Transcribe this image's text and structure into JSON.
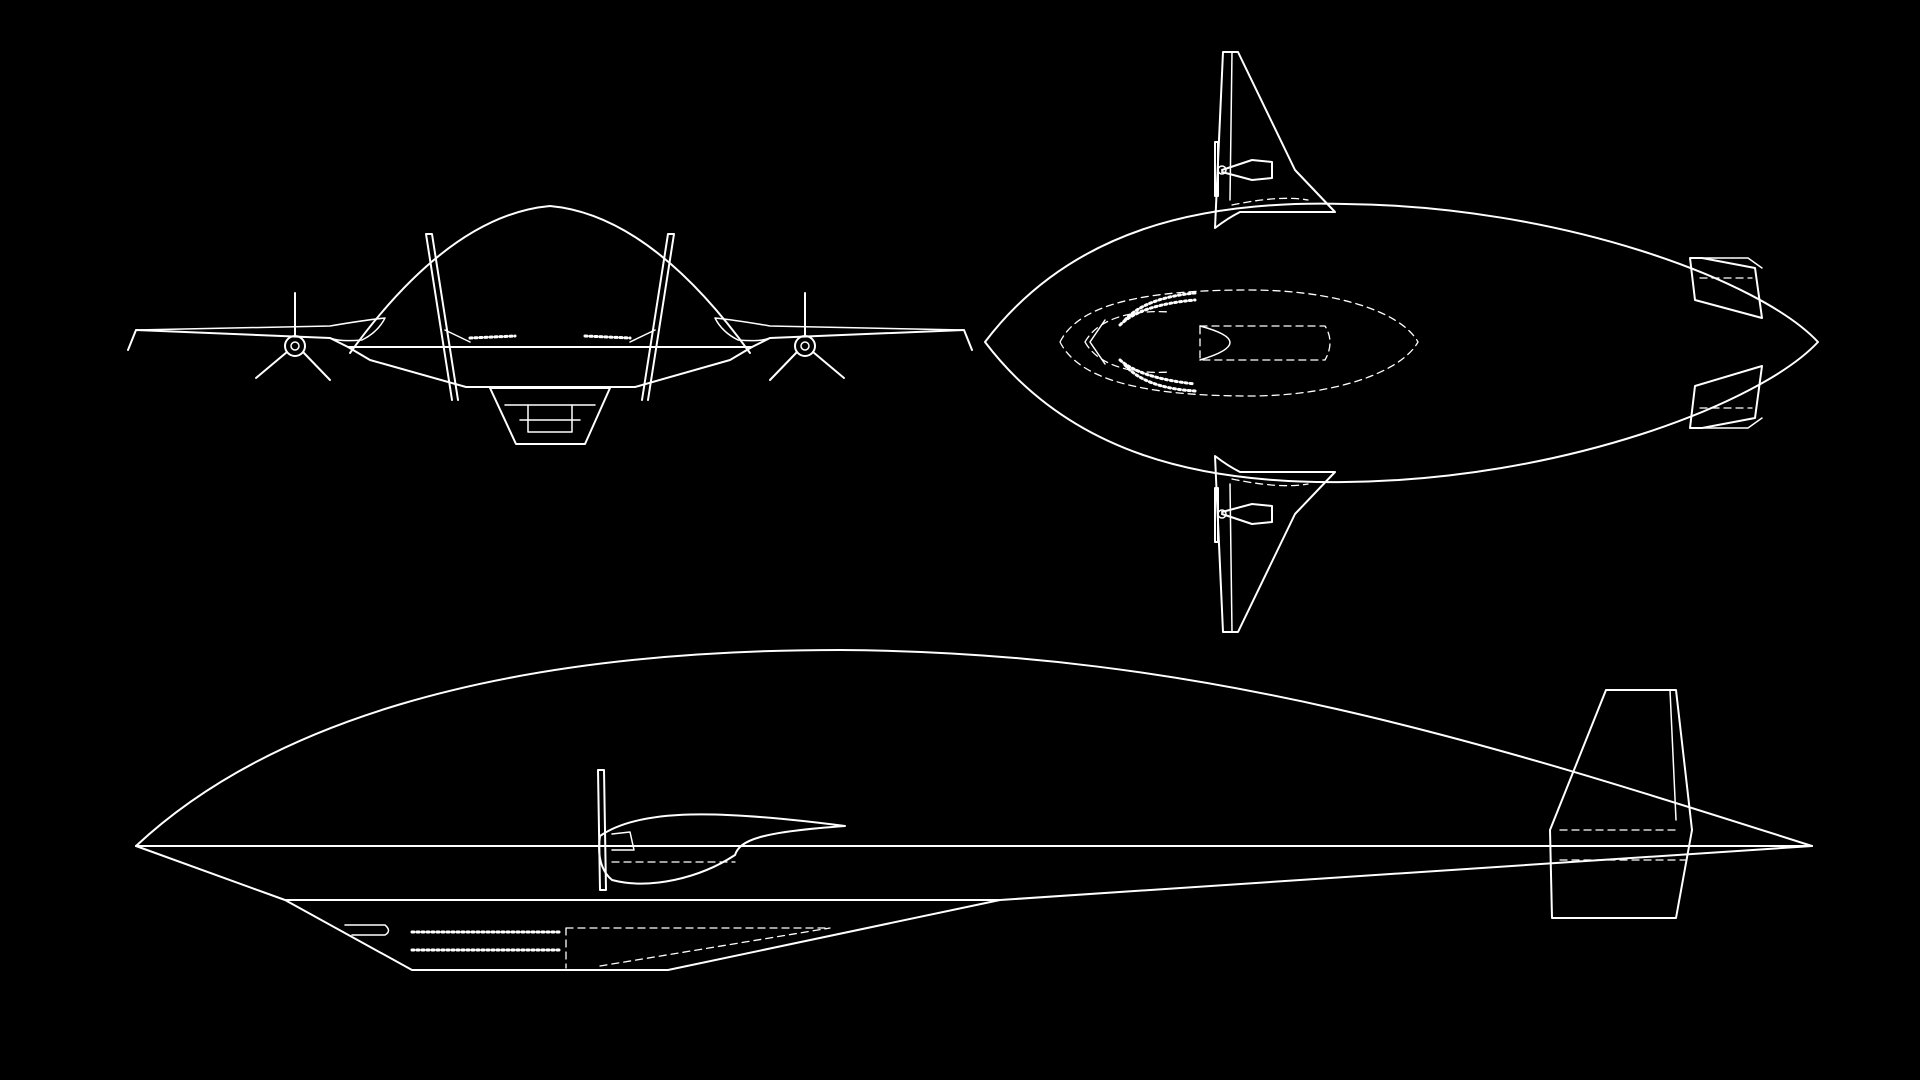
{
  "drawing": {
    "background_color": "#000000",
    "line_color": "#ffffff",
    "views": [
      {
        "view": "front",
        "label": ""
      },
      {
        "view": "top",
        "label": ""
      },
      {
        "view": "side",
        "label": ""
      }
    ]
  }
}
